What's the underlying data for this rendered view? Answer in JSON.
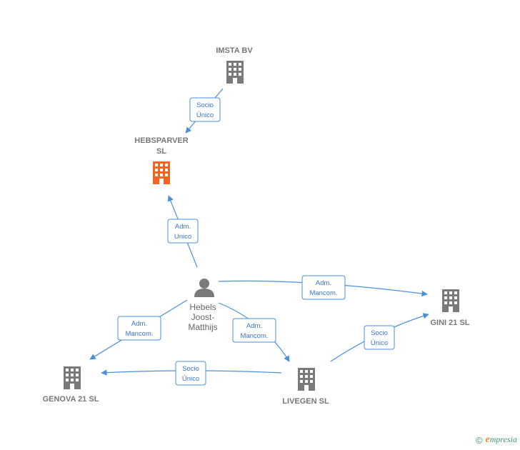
{
  "nodes": {
    "imsta": {
      "label": "IMSTA BV"
    },
    "hebsparver": {
      "label_line1": "HEBSPARVER",
      "label_line2": "SL"
    },
    "person": {
      "label_line1": "Hebels",
      "label_line2": "Joost-",
      "label_line3": "Matthijs"
    },
    "gini": {
      "label": "GINI 21  SL"
    },
    "genova": {
      "label": "GENOVA 21  SL"
    },
    "livegen": {
      "label": "LIVEGEN  SL"
    }
  },
  "edges": {
    "imsta_hebsparver": {
      "line1": "Socio",
      "line2": "Único"
    },
    "person_hebsparver": {
      "line1": "Adm.",
      "line2": "Unico"
    },
    "person_gini": {
      "line1": "Adm.",
      "line2": "Mancom."
    },
    "person_genova": {
      "line1": "Adm.",
      "line2": "Mancom."
    },
    "person_livegen": {
      "line1": "Adm.",
      "line2": "Mancom."
    },
    "livegen_gini": {
      "line1": "Socio",
      "line2": "Único"
    },
    "livegen_genova": {
      "line1": "Socio",
      "line2": "Único"
    }
  },
  "colors": {
    "highlight_building": "#f26522",
    "building": "#7a7a7a",
    "edge": "#4a90d9"
  },
  "footer": {
    "copyright": "©",
    "brand_initial": "e",
    "brand_rest": "mpresia"
  }
}
